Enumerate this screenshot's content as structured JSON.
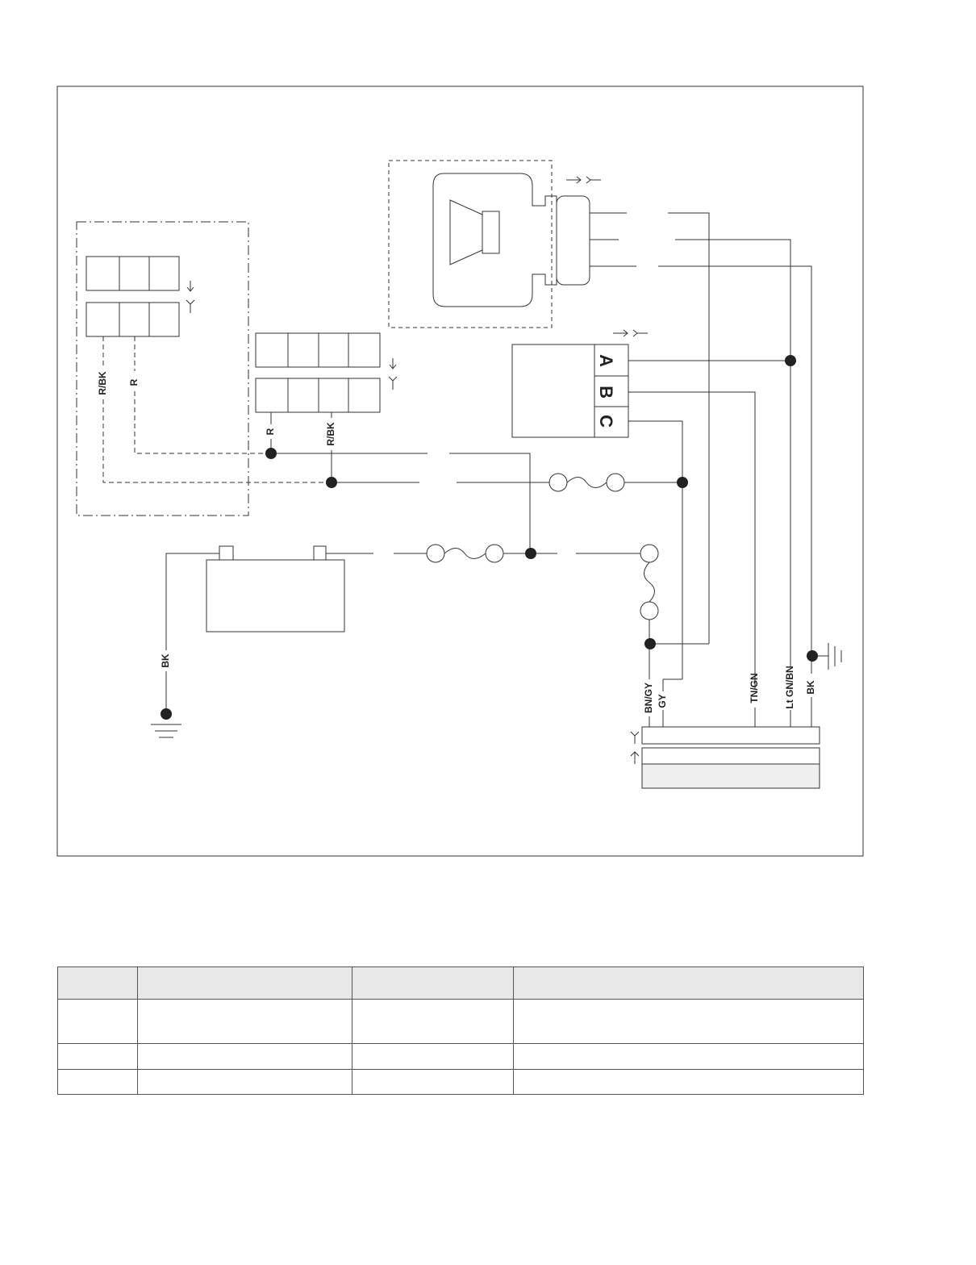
{
  "wire_labels": {
    "switch_left_rbk": "R/BK",
    "switch_left_r": "R",
    "switch_right_r": "R",
    "switch_right_rbk": "R/BK",
    "battery_ground": "BK",
    "bn_gy": "BN/GY",
    "gy": "GY",
    "tn_gn": "TN/GN",
    "lt_gn_bn": "Lt GN/BN",
    "bk": "BK"
  },
  "connector_pins": [
    "A",
    "B",
    "C"
  ],
  "colors": {
    "line": "#333333",
    "dot": "#222222",
    "header_fill": "#e8e8e8",
    "connector_fill": "#efefef"
  }
}
